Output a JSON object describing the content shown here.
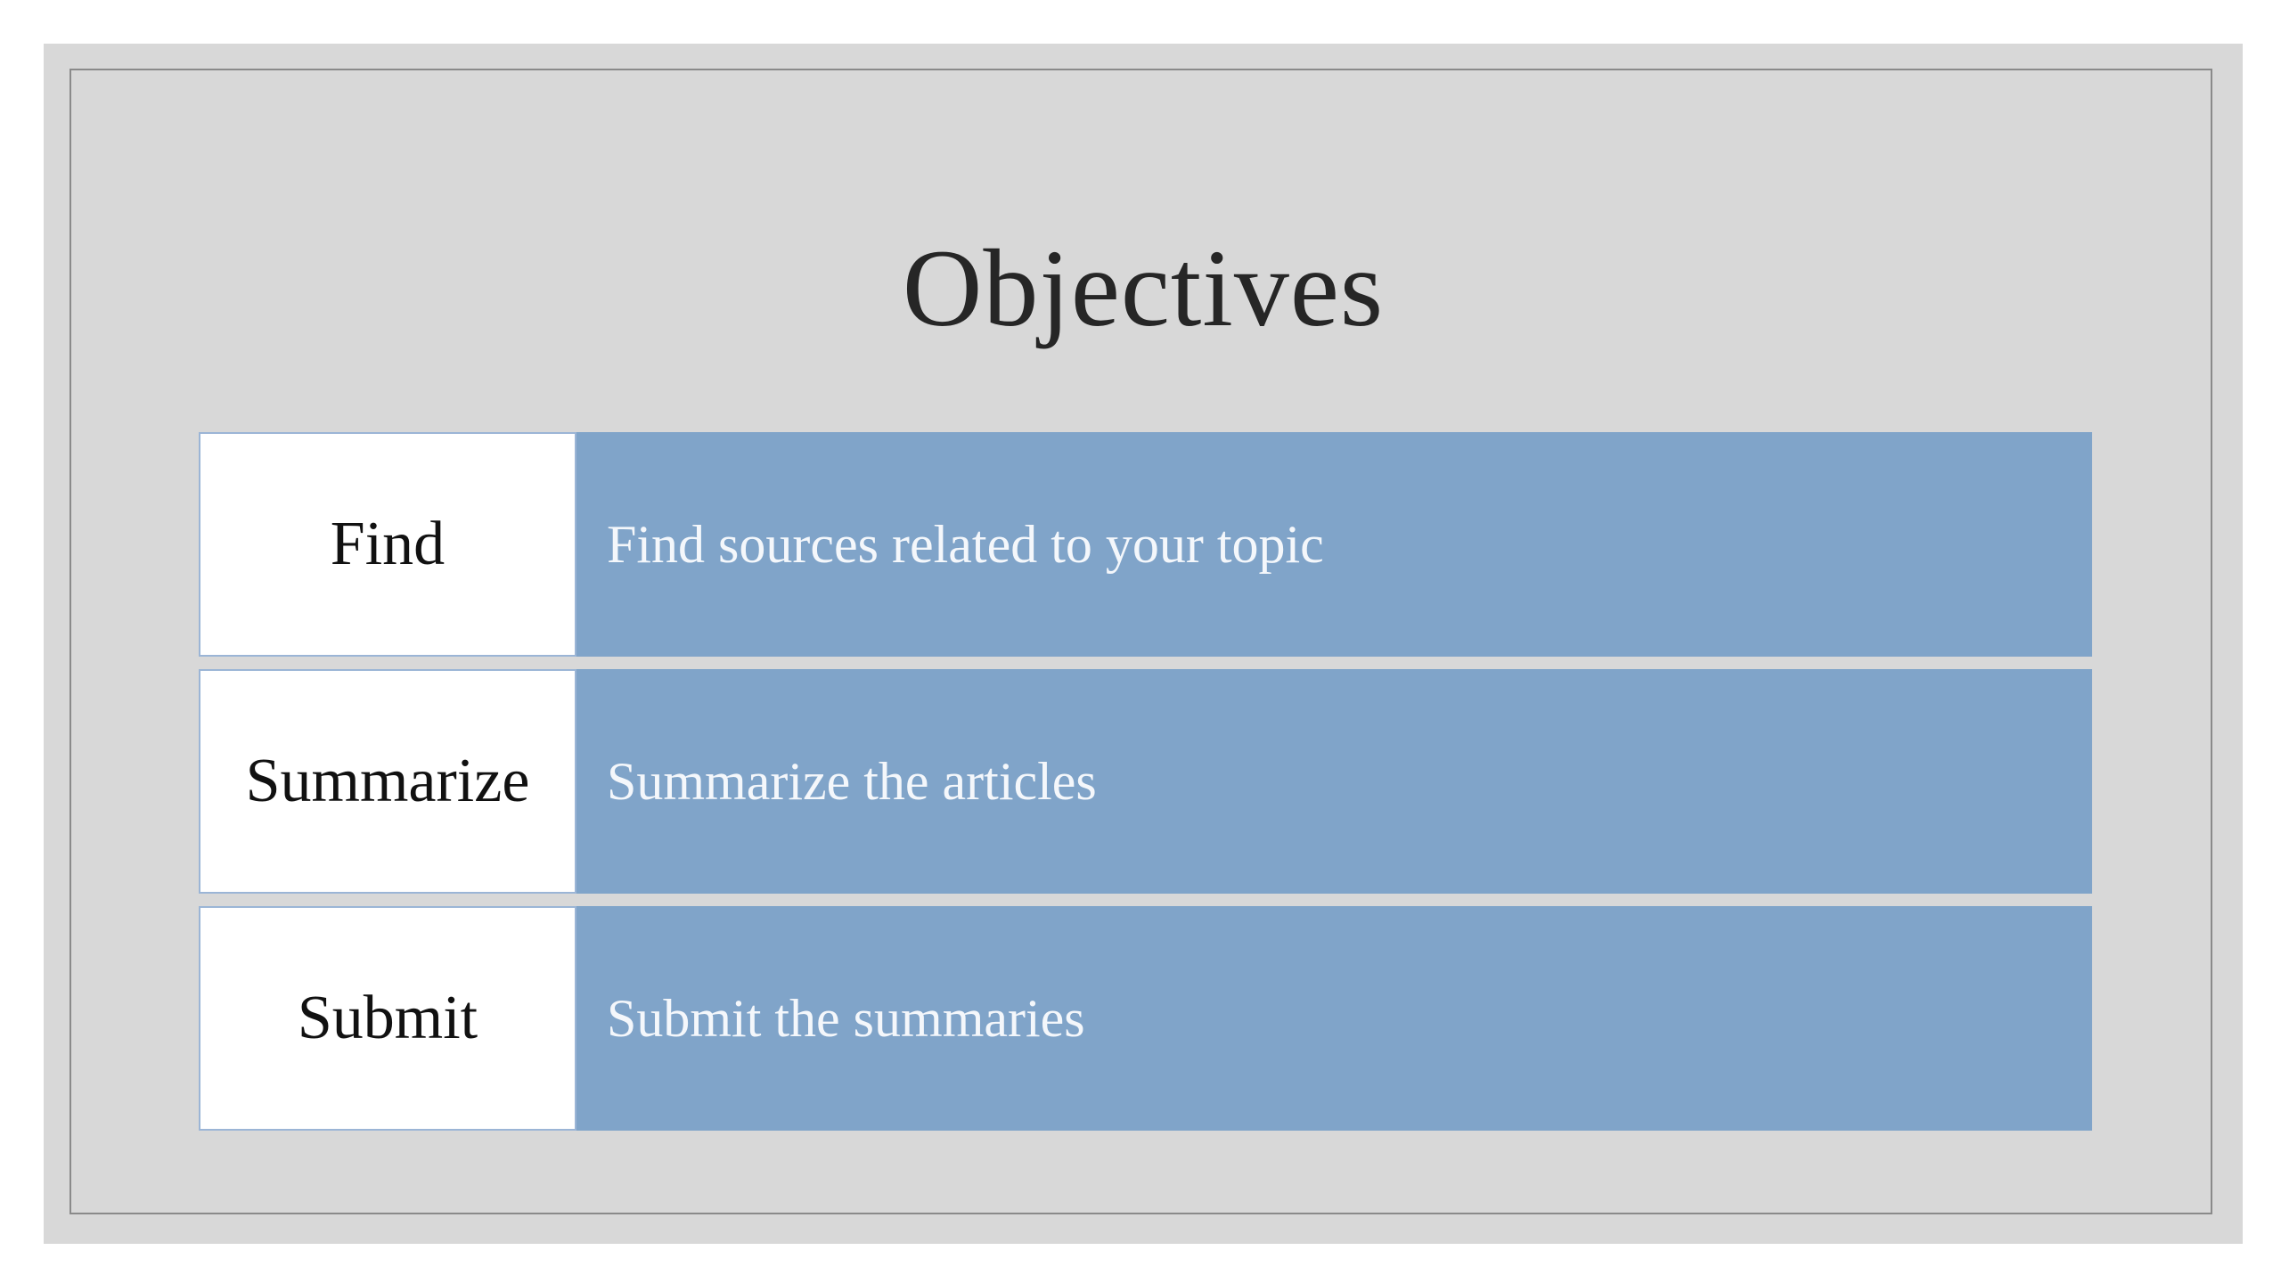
{
  "slide": {
    "title": "Objectives",
    "objectives": [
      {
        "label": "Find",
        "description": "Find sources related to your topic"
      },
      {
        "label": "Summarize",
        "description": "Summarize the articles"
      },
      {
        "label": "Submit",
        "description": "Submit the summaries"
      }
    ]
  },
  "colors": {
    "slide_background": "#d8d8d8",
    "label_background": "#ffffff",
    "description_background": "#80a4c9",
    "title_text": "#262626"
  }
}
